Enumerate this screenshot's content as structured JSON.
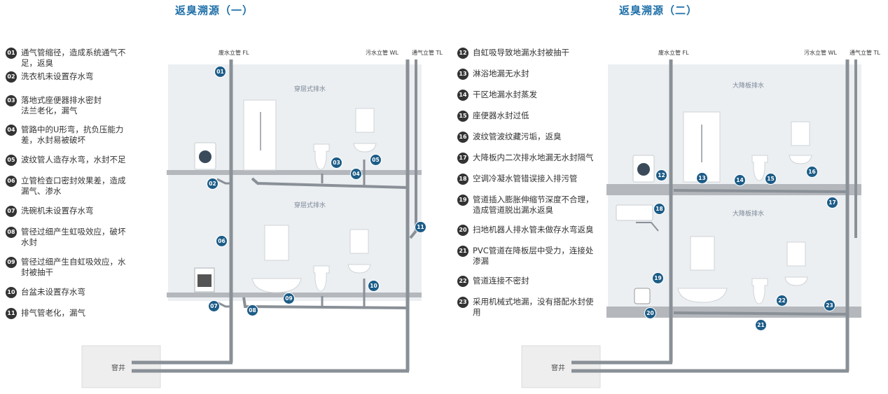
{
  "left": {
    "title": "返臭溯源（一）",
    "pipes": {
      "fl": "废水立管 FL",
      "wl": "污水立管 WL",
      "tl": "通气立管 TL"
    },
    "zone_upper": "穿层式排水",
    "zone_lower": "穿层式排水",
    "pit": "窨井",
    "items": [
      {
        "n": "01",
        "text": "通气管缩径，造成系统通气不足，返臭"
      },
      {
        "n": "02",
        "text": "洗衣机未设置存水弯"
      },
      {
        "n": "03",
        "text": "落地式座便器排水密封法兰老化，漏气"
      },
      {
        "n": "04",
        "text": "管路中的U形弯，抗负压能力差，水封易被破坏"
      },
      {
        "n": "05",
        "text": "波纹管人造存水弯，水封不足"
      },
      {
        "n": "06",
        "text": "立管检查口密封效果差，造成漏气、渗水"
      },
      {
        "n": "07",
        "text": "洗碗机未设置存水弯"
      },
      {
        "n": "08",
        "text": "管径过细产生虹吸效应，破坏水封"
      },
      {
        "n": "09",
        "text": "管径过细产生自虹吸效应，水封被抽干"
      },
      {
        "n": "10",
        "text": "台盆未设置存水弯"
      },
      {
        "n": "11",
        "text": "排气管老化，漏气"
      }
    ]
  },
  "right": {
    "title": "返臭溯源（二）",
    "pipes": {
      "fl": "废水立管 FL",
      "wl": "污水立管 WL",
      "tl": "通气立管 TL"
    },
    "zone_upper": "大降板排水",
    "zone_lower": "大降板排水",
    "pit": "窨井",
    "items": [
      {
        "n": "12",
        "text": "自虹吸导致地漏水封被抽干"
      },
      {
        "n": "13",
        "text": "淋浴地漏无水封"
      },
      {
        "n": "14",
        "text": "干区地漏水封蒸发"
      },
      {
        "n": "15",
        "text": "座便器水封过低"
      },
      {
        "n": "16",
        "text": "波纹管波纹藏污垢，返臭"
      },
      {
        "n": "17",
        "text": "大降板内二次排水地漏无水封隔气"
      },
      {
        "n": "18",
        "text": "空调冷凝水管错误接入排污管"
      },
      {
        "n": "19",
        "text": "管道插入膨胀伸缩节深度不合理，造成管道脱出漏水返臭"
      },
      {
        "n": "20",
        "text": "扫地机器人排水管未做存水弯返臭"
      },
      {
        "n": "21",
        "text": "PVC管道在降板层中受力，连接处渗漏"
      },
      {
        "n": "22",
        "text": "管道连接不密封"
      },
      {
        "n": "23",
        "text": "采用机械式地漏，没有搭配水封使用"
      }
    ]
  },
  "colors": {
    "accent": "#1c5c87",
    "pipe": "#8a9097",
    "wall": "#eceff2",
    "slab": "#b4b8bd"
  }
}
